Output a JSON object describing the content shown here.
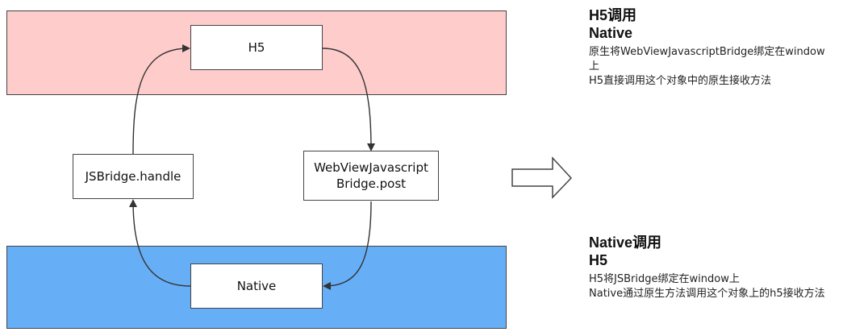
{
  "diagram": {
    "nodes": {
      "h5": "H5",
      "native": "Native",
      "jsbridge_handle": "JSBridge.handle",
      "webview_post": "WebViewJavascript\nBridge.post"
    }
  },
  "sections": {
    "h5_calls_native": {
      "title": "H5调用\nNative",
      "description": "原生将WebViewJavascriptBridge绑定在window\n上\nH5直接调用这个对象中的原生接收方法"
    },
    "native_calls_h5": {
      "title": "Native调用\nH5",
      "description": "H5将JSBridge绑定在window上\nNative通过原生方法调用这个对象上的h5接收方法"
    }
  },
  "colors": {
    "top_band": "#ffcccc",
    "bottom_band": "#66aff7"
  },
  "icons": {
    "transition_arrow": "right-outline-arrow-icon"
  }
}
